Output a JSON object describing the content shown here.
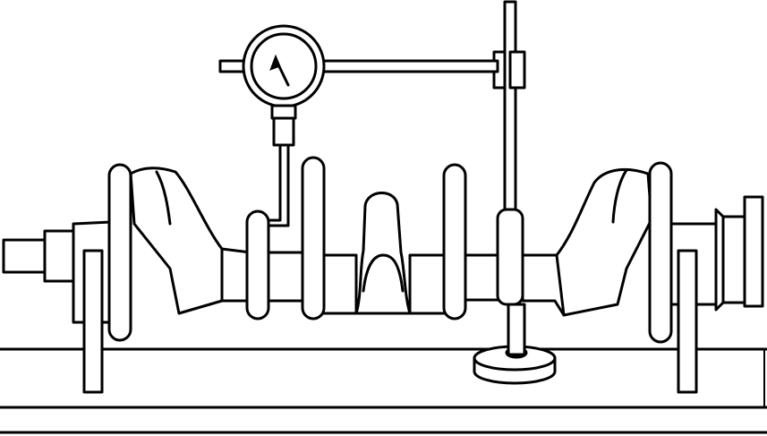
{
  "figure": {
    "subject": "crankshaft-runout-check-with-dial-indicator",
    "line_color": "#000000",
    "background_color": "#ffffff",
    "components": [
      "surface-plate",
      "v-block-left",
      "v-block-right",
      "crankshaft",
      "dial-indicator",
      "magnetic-stand"
    ]
  }
}
